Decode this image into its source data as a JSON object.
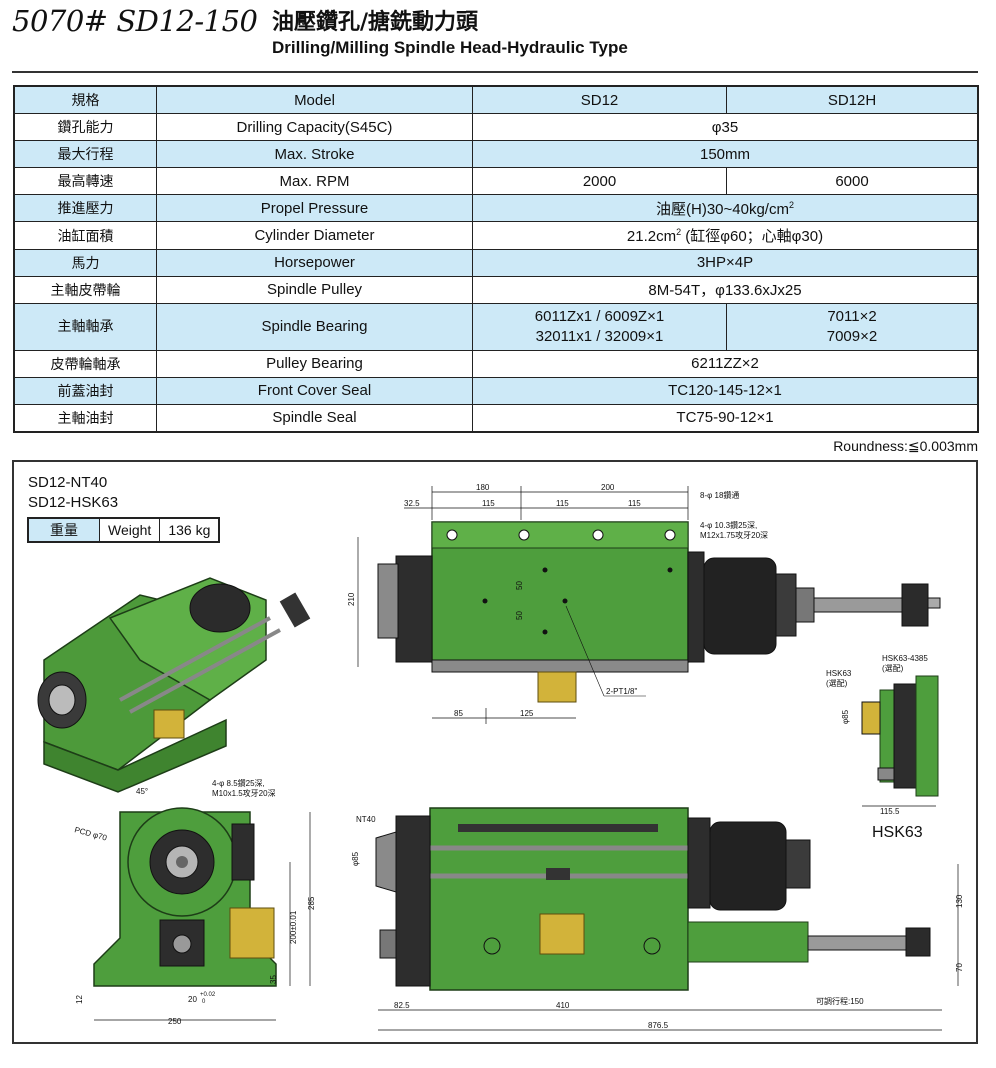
{
  "header": {
    "code": "5070# SD12-150",
    "title_zh": "油壓鑽孔/搪銑動力頭",
    "title_en": "Drilling/Milling Spindle Head-Hydraulic Type"
  },
  "spec_table": {
    "header": {
      "zh": "規格",
      "en": "Model",
      "col1": "SD12",
      "col2": "SD12H"
    },
    "rows": [
      {
        "zh": "鑽孔能力",
        "en": "Drilling Capacity(S45C)",
        "value": "φ35"
      },
      {
        "zh": "最大行程",
        "en": "Max. Stroke",
        "value": "150mm"
      },
      {
        "zh": "最高轉速",
        "en": "Max. RPM",
        "col1": "2000",
        "col2": "6000"
      },
      {
        "zh": "推進壓力",
        "en": "Propel Pressure",
        "value": "油壓(H)30~40kg/cm",
        "value_sup": "2"
      },
      {
        "zh": "油缸面積",
        "en": "Cylinder Diameter",
        "value_pre": "21.2cm",
        "value_sup": "2",
        "value_post": " (缸徑φ60；心軸φ30)"
      },
      {
        "zh": "馬力",
        "en": "Horsepower",
        "value": "3HP×4P"
      },
      {
        "zh": "主軸皮帶輪",
        "en": "Spindle Pulley",
        "value": "8M-54T，φ133.6xJx25"
      },
      {
        "zh": "主軸軸承",
        "en": "Spindle Bearing",
        "col1_l1": "6011Zx1 / 6009Z×1",
        "col1_l2": "32011x1 / 32009×1",
        "col2_l1": "7011×2",
        "col2_l2": "7009×2"
      },
      {
        "zh": "皮帶輪軸承",
        "en": "Pulley Bearing",
        "value": "6211ZZ×2"
      },
      {
        "zh": "前蓋油封",
        "en": "Front Cover Seal",
        "value": "TC120-145-12×1"
      },
      {
        "zh": "主軸油封",
        "en": "Spindle Seal",
        "value": "TC75-90-12×1"
      }
    ]
  },
  "roundness": "Roundness:≦0.003mm",
  "drawing": {
    "model_1": "SD12-NT40",
    "model_2": "SD12-HSK63",
    "weight": {
      "label_zh": "重量",
      "label_en": "Weight",
      "value": "136 kg"
    },
    "hsk63_caption": "HSK63",
    "dims": {
      "d180": "180",
      "d200": "200",
      "d32_5": "32.5",
      "d115a": "115",
      "d115b": "115",
      "d115c": "115",
      "holes_8": "8-φ 18鑽通",
      "holes_4a": "4-φ 10.3鑽25深,",
      "holes_4b": "M12x1.75攻牙20深",
      "d210": "210",
      "d50a": "50",
      "d50b": "50",
      "d85": "85",
      "d125": "125",
      "pt": "2-PT1/8\"",
      "holes_side_a": "4-φ 8.5鑽25深,",
      "holes_side_b": "M10x1.5攻牙20深",
      "deg45": "45°",
      "pcd": "PCD φ70",
      "d285": "285",
      "d200tol": "200±0.01",
      "d35": "35",
      "d12": "12",
      "d20": "20",
      "d20tol": "+0.02",
      "d20tol2": "0",
      "d250": "250",
      "nt40": "NT40",
      "phi85": "φ85",
      "d82_5": "82.5",
      "d410": "410",
      "d876_5": "876.5",
      "stroke": "可調行程:150",
      "d130": "130",
      "d70": "70",
      "hsk63_label": "HSK63",
      "hsk63_opt": "(選配)",
      "hsk63_4385": "HSK63-4385",
      "hsk63_opt2": "(選配)",
      "hsk_phi85": "φ85",
      "d115_5": "115.5"
    }
  }
}
